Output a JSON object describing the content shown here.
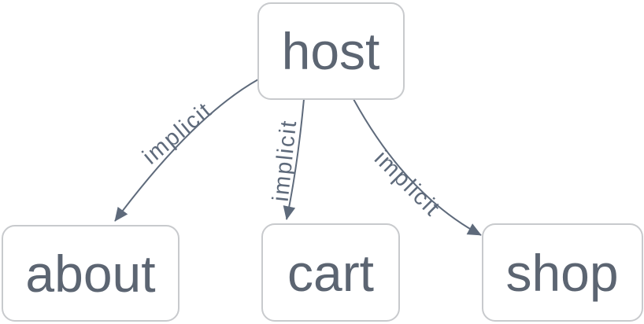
{
  "diagram": {
    "type": "directed-graph",
    "nodes": [
      {
        "id": "host",
        "label": "host"
      },
      {
        "id": "about",
        "label": "about"
      },
      {
        "id": "cart",
        "label": "cart"
      },
      {
        "id": "shop",
        "label": "shop"
      }
    ],
    "edges": [
      {
        "from": "host",
        "to": "about",
        "label": "implicit"
      },
      {
        "from": "host",
        "to": "cart",
        "label": "implicit"
      },
      {
        "from": "host",
        "to": "shop",
        "label": "implicit"
      }
    ],
    "colors": {
      "background": "#ffffff",
      "node_fill": "#ffffff",
      "node_border": "#c8cacd",
      "node_text": "#5c6572",
      "edge": "#5e6a7b",
      "edge_label": "#5e6a7b"
    }
  }
}
